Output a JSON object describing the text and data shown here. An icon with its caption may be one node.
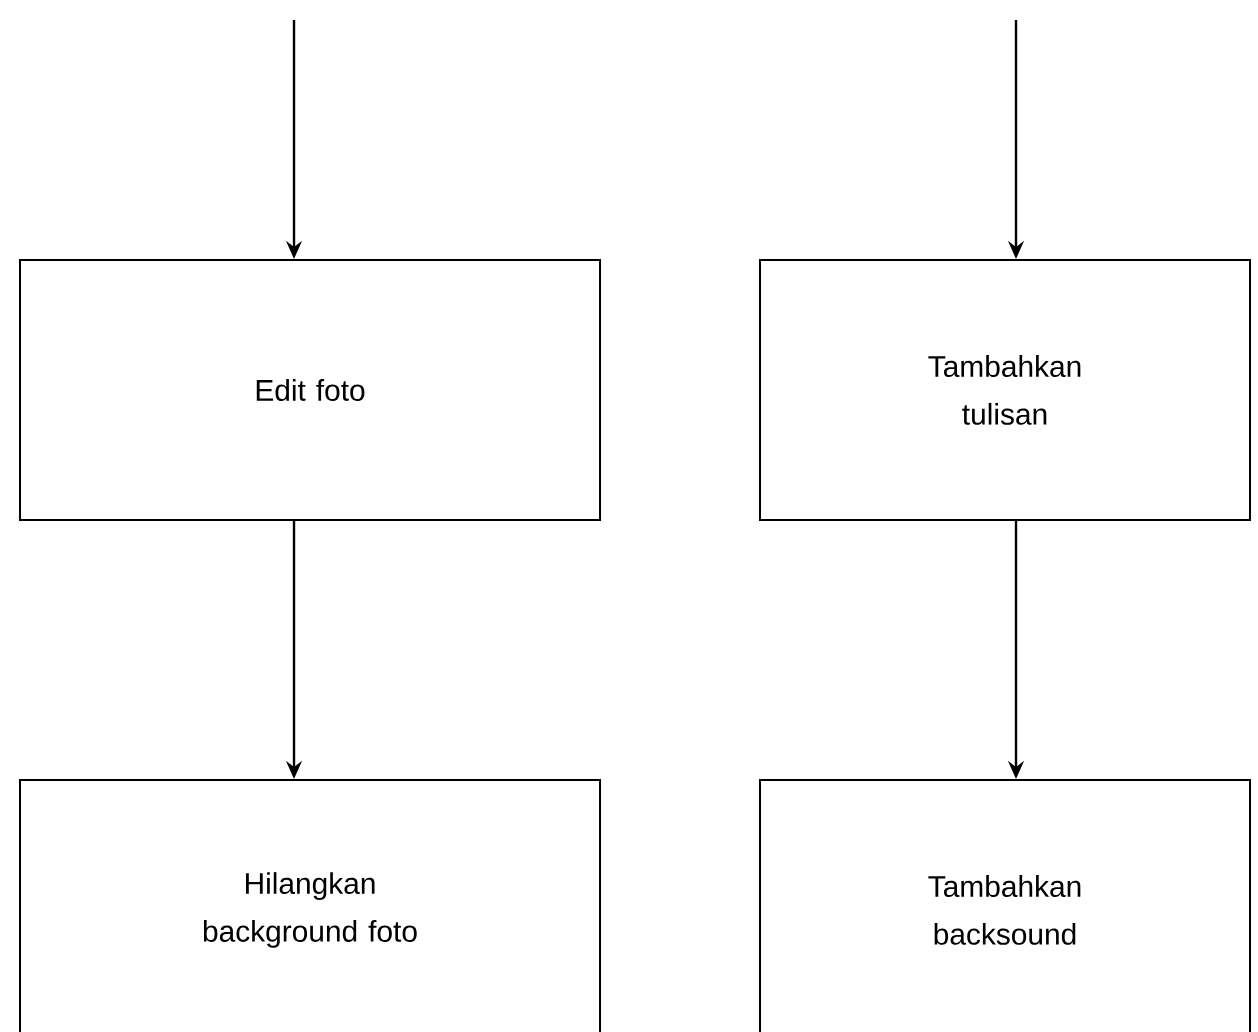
{
  "diagram": {
    "nodes": [
      {
        "text": [
          "Edit foto"
        ]
      },
      {
        "text": [
          "Tambahkan tulisan"
        ]
      },
      {
        "text": [
          "Hilangkan background foto"
        ]
      },
      {
        "text": [
          "Tambahkan backsound"
        ]
      }
    ],
    "edges": [
      {
        "from": null,
        "to": 0,
        "arrow": "to"
      },
      {
        "from": null,
        "to": 1,
        "arrow": "to"
      },
      {
        "from": 0,
        "to": 2,
        "arrow": "to"
      },
      {
        "from": 1,
        "to": 3,
        "arrow": "to"
      }
    ]
  }
}
